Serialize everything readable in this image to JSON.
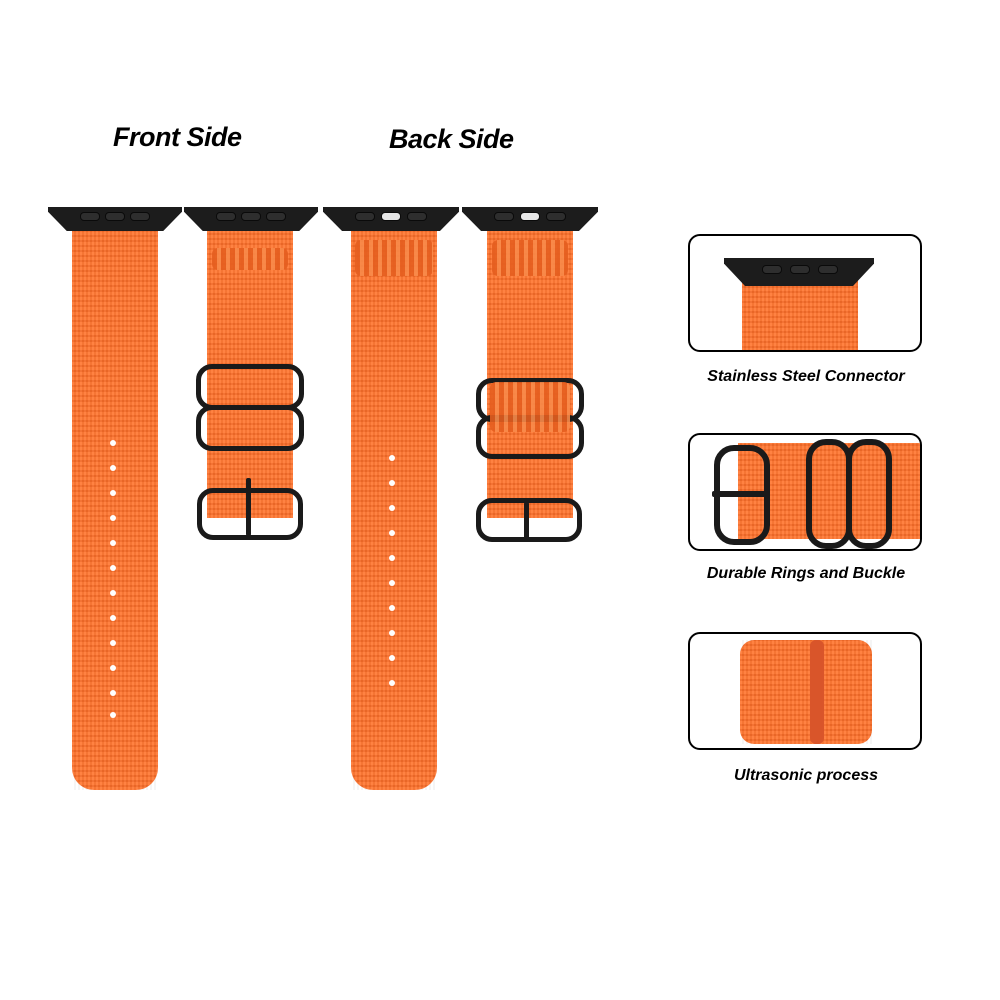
{
  "headings": {
    "front": "Front Side",
    "back": "Back Side"
  },
  "features": [
    {
      "caption": "Stainless Steel Connector",
      "icon": "connector-closeup"
    },
    {
      "caption": "Durable Rings and Buckle",
      "icon": "rings-buckle-closeup"
    },
    {
      "caption": "Ultrasonic process",
      "icon": "ultrasonic-seam-closeup"
    }
  ],
  "colors": {
    "strap": "#ff7a36",
    "hardware": "#1a1a1a",
    "text": "#000000"
  }
}
